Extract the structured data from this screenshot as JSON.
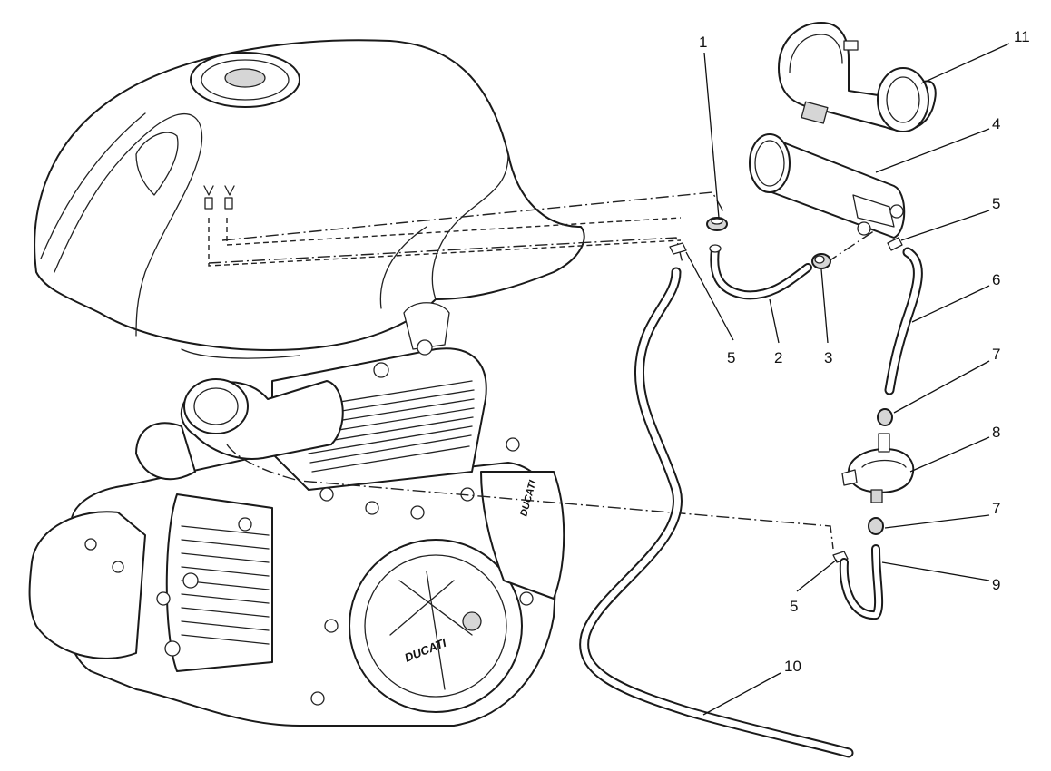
{
  "callouts": [
    {
      "label": "1"
    },
    {
      "label": "11"
    },
    {
      "label": "4"
    },
    {
      "label": "5"
    },
    {
      "label": "6"
    },
    {
      "label": "5"
    },
    {
      "label": "2"
    },
    {
      "label": "3"
    },
    {
      "label": "7"
    },
    {
      "label": "8"
    },
    {
      "label": "7"
    },
    {
      "label": "9"
    },
    {
      "label": "5"
    },
    {
      "label": "10"
    }
  ],
  "tank_logo_text": "DUCATI"
}
